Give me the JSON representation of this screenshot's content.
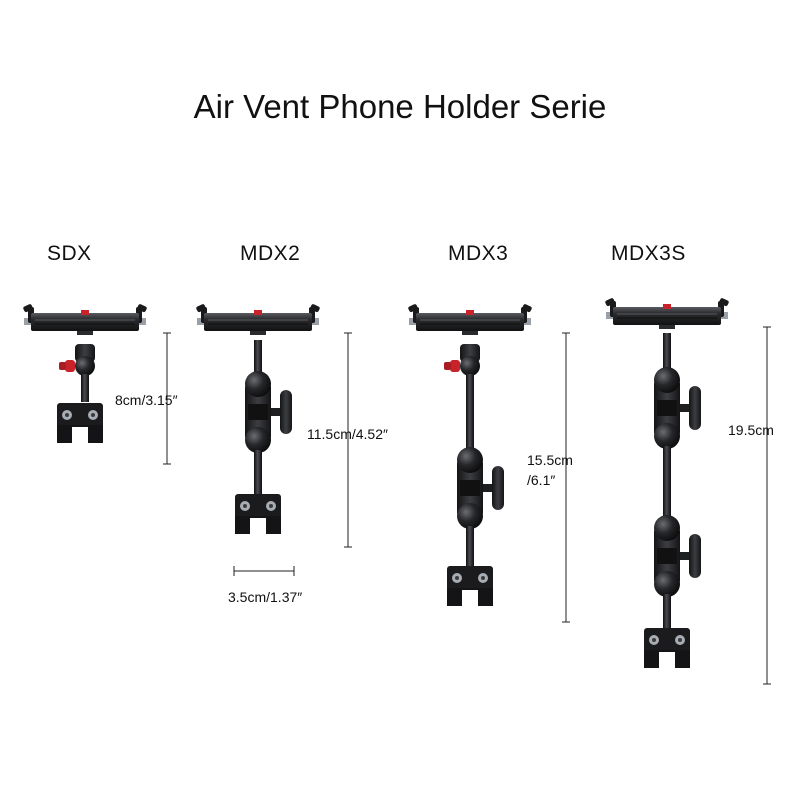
{
  "title": "Air Vent Phone Holder Serie",
  "products": [
    {
      "model": "SDX",
      "height_dim": "8cm/3.15″"
    },
    {
      "model": "MDX2",
      "height_dim": "11.5cm/4.52″",
      "width_dim": "3.5cm/1.37″"
    },
    {
      "model": "MDX3",
      "height_dim_line1": "15.5cm",
      "height_dim_line2": "/6.1″"
    },
    {
      "model": "MDX3S",
      "height_dim": "19.5cm"
    }
  ],
  "colors": {
    "background": "#ffffff",
    "metal": "#1c1c1e",
    "metal_highlight": "#55575c",
    "knob_red": "#c8222a",
    "dimension_line": "#222222"
  }
}
